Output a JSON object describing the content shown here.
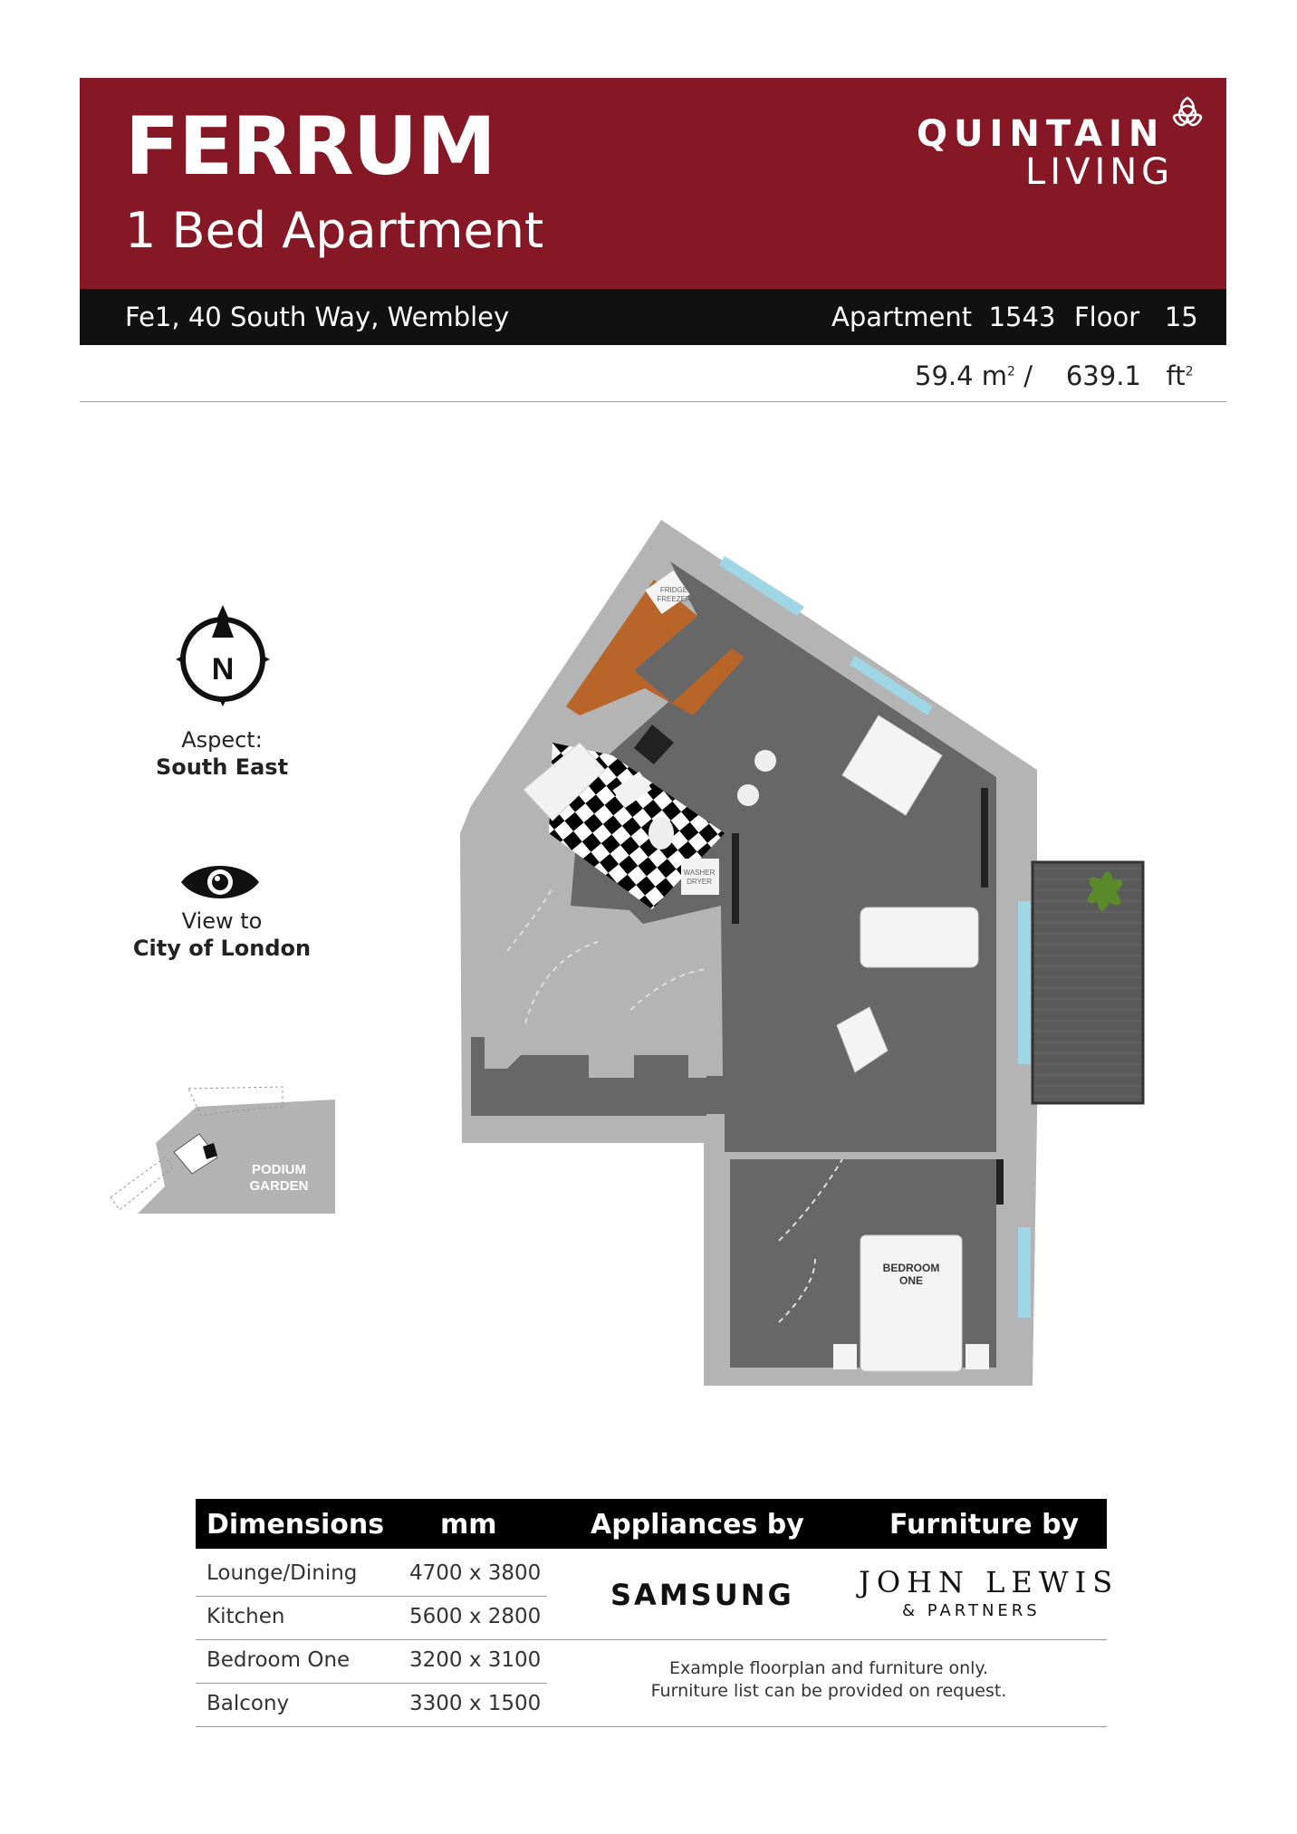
{
  "header": {
    "title": "FERRUM",
    "subtitle": "1 Bed Apartment",
    "brand_line1": "QUINTAIN",
    "brand_line2": "LIVING",
    "brand_color": "#861826"
  },
  "info_bar": {
    "address": "Fe1, 40 South Way, Wembley",
    "apartment_label": "Apartment",
    "apartment_number": "1543",
    "floor_label": "Floor",
    "floor_number": "15"
  },
  "area": {
    "sqm": "59.4",
    "sqm_unit": "m",
    "separator": "/",
    "sqft": "639.1",
    "sqft_unit": "ft",
    "sup": "2"
  },
  "orientation": {
    "compass_letter": "N",
    "aspect_label": "Aspect:",
    "aspect_value": "South East",
    "view_label": "View to",
    "view_value": "City of London",
    "location_map_label1": "PODIUM",
    "location_map_label2": "GARDEN"
  },
  "plan": {
    "fridge_label1": "FRIDGE",
    "fridge_label2": "FREEZER",
    "washer_label1": "WASHER",
    "washer_label2": "DRYER",
    "bedroom_label1": "BEDROOM",
    "bedroom_label2": "ONE"
  },
  "table": {
    "headers": [
      "Dimensions",
      "mm",
      "Appliances by",
      "Furniture by"
    ],
    "rows": [
      {
        "room": "Lounge/Dining",
        "size": "4700 x 3800"
      },
      {
        "room": "Kitchen",
        "size": "5600 x 2800"
      },
      {
        "room": "Bedroom One",
        "size": "3200 x 3100"
      },
      {
        "room": "Balcony",
        "size": "3300 x 1500"
      }
    ],
    "appliances_brand": "SAMSUNG",
    "furniture_brand_line1": "JOHN LEWIS",
    "furniture_brand_line2": "& PARTNERS",
    "note_line1": "Example floorplan and furniture only.",
    "note_line2": "Furniture list can be provided on request."
  }
}
